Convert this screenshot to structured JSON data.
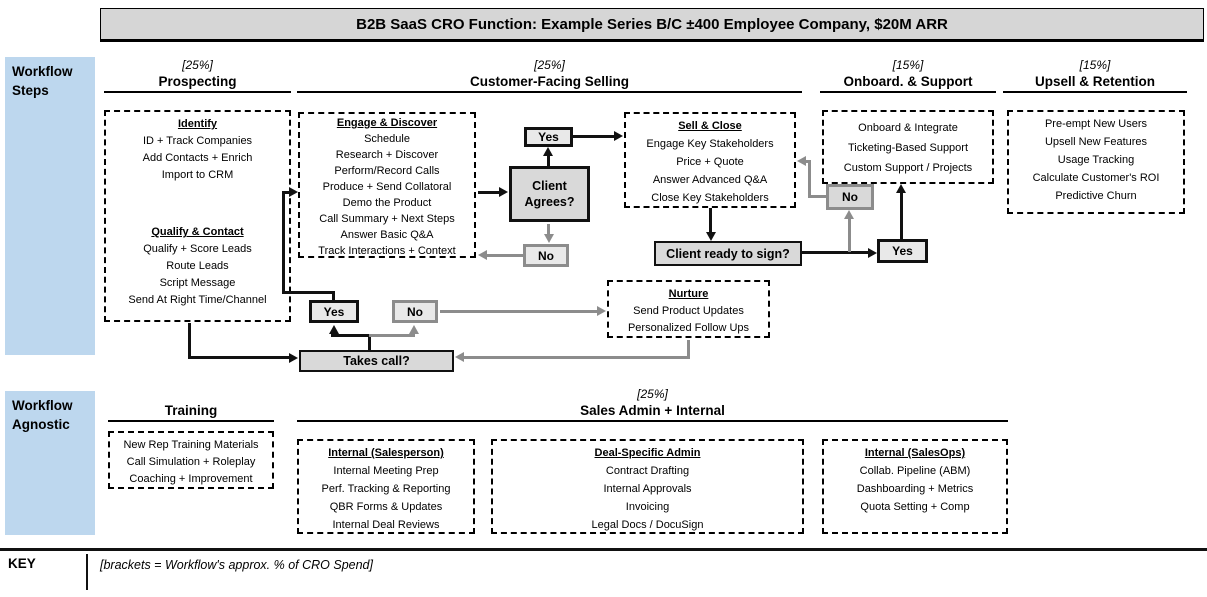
{
  "title": "B2B SaaS CRO Function: Example Series B/C ±400 Employee Company, $20M ARR",
  "sidebar": {
    "steps_label": "Workflow\nSteps",
    "agnostic_label": "Workflow\nAgnostic"
  },
  "columns": {
    "prospecting": {
      "pct": "[25%]",
      "title": "Prospecting"
    },
    "selling": {
      "pct": "[25%]",
      "title": "Customer-Facing Selling"
    },
    "onboard": {
      "pct": "[15%]",
      "title": "Onboard. & Support"
    },
    "upsell": {
      "pct": "[15%]",
      "title": "Upsell & Retention"
    },
    "training": {
      "title": "Training"
    },
    "salesadmin": {
      "pct": "[25%]",
      "title": "Sales Admin + Internal"
    }
  },
  "boxes": {
    "prospecting": {
      "section1": {
        "header": "Identify",
        "items": [
          "ID + Track Companies",
          "Add Contacts + Enrich",
          "Import to CRM"
        ]
      },
      "section2": {
        "header": "Qualify & Contact",
        "items": [
          "Qualify + Score Leads",
          "Route Leads",
          "Script Message",
          "Send At Right Time/Channel"
        ]
      }
    },
    "engage": {
      "header": "Engage & Discover",
      "items": [
        "Schedule",
        "Research + Discover",
        "Perform/Record Calls",
        "Produce + Send Collatoral",
        "Demo the Product",
        "Call Summary + Next Steps",
        "Answer Basic Q&A",
        "Track Interactions + Context"
      ]
    },
    "sell": {
      "header": "Sell & Close",
      "items": [
        "Engage Key Stakeholders",
        "Price + Quote",
        "Answer Advanced Q&A",
        "Close Key Stakeholders"
      ]
    },
    "onboard": {
      "items": [
        "Onboard & Integrate",
        "Ticketing-Based Support",
        "Custom Support / Projects"
      ]
    },
    "upsell": {
      "items": [
        "Pre-empt New Users",
        "Upsell New Features",
        "Usage Tracking",
        "Calculate Customer's ROI",
        "Predictive Churn"
      ]
    },
    "nurture": {
      "header": "Nurture",
      "items": [
        "Send Product Updates",
        "Personalized Follow Ups"
      ]
    },
    "training": {
      "items": [
        "New Rep Training Materials",
        "Call Simulation + Roleplay",
        "Coaching + Improvement"
      ]
    },
    "salesperson": {
      "header": "Internal (Salesperson)",
      "items": [
        "Internal Meeting Prep",
        "Perf. Tracking & Reporting",
        "QBR Forms & Updates",
        "Internal Deal Reviews"
      ]
    },
    "dealadmin": {
      "header": "Deal-Specific Admin",
      "items": [
        "Contract Drafting",
        "Internal Approvals",
        "Invoicing",
        "Legal Docs / DocuSign"
      ]
    },
    "salesops": {
      "header": "Internal (SalesOps)",
      "items": [
        "Collab. Pipeline (ABM)",
        "Dashboarding + Metrics",
        "Quota Setting + Comp"
      ]
    }
  },
  "decisions": {
    "client_agrees": "Client\nAgrees?",
    "client_ready": "Client ready to sign?",
    "takes_call": "Takes call?",
    "yes_top": "Yes",
    "no_mid": "No",
    "no_right": "No",
    "yes_right": "Yes",
    "yes_bottom": "Yes",
    "no_bottom": "No"
  },
  "key": {
    "label": "KEY",
    "note": "[brackets = Workflow's approx. % of CRO Spend]"
  },
  "colors": {
    "sidebar_blue": "#bdd7ee",
    "decision_gray": "#d9d9d9",
    "label_gray": "#e9e9e9",
    "arrow_gray": "#8c8c8c",
    "arrow_black": "#111111",
    "titlebar_gray": "#d6d6d6"
  }
}
